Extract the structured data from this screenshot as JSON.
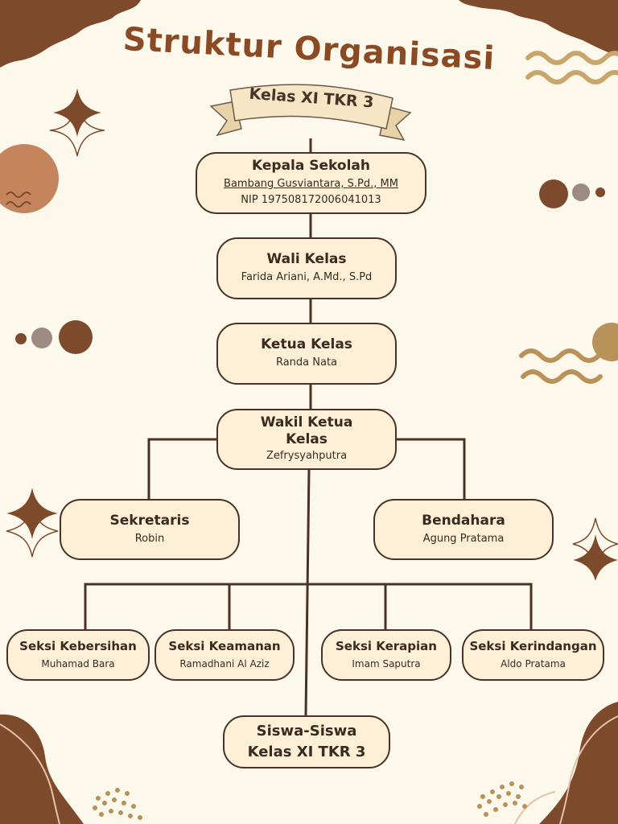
{
  "header": {
    "title": "Struktur Organisasi",
    "subtitle": "Kelas XI TKR 3"
  },
  "org": {
    "kepala_sekolah": {
      "role": "Kepala Sekolah",
      "name": "Bambang Gusviantara, S.Pd., MM",
      "nip": "NIP 197508172006041013"
    },
    "wali_kelas": {
      "role": "Wali Kelas",
      "name": "Farida Ariani, A.Md., S.Pd"
    },
    "ketua_kelas": {
      "role": "Ketua Kelas",
      "name": "Randa Nata"
    },
    "wakil_ketua": {
      "role": "Wakil Ketua Kelas",
      "name": "Zefrysyahputra"
    },
    "sekretaris": {
      "role": "Sekretaris",
      "name": "Robin"
    },
    "bendahara": {
      "role": "Bendahara",
      "name": "Agung Pratama"
    },
    "seksi": [
      {
        "role": "Seksi Kebersihan",
        "name": "Muhamad Bara"
      },
      {
        "role": "Seksi Keamanan",
        "name": "Ramadhani Al Aziz"
      },
      {
        "role": "Seksi Kerapian",
        "name": "Imam Saputra"
      },
      {
        "role": "Seksi Kerindangan",
        "name": "Aldo Pratama"
      }
    ],
    "siswa": {
      "role": "Siswa-Siswa Kelas XI TKR 3"
    }
  },
  "colors": {
    "background": "#fdf8ec",
    "box_fill": "#fdf0d6",
    "line": "#4a3226",
    "brown_dark": "#7d4a2c",
    "brown_light": "#c4855d",
    "gold": "#b89258"
  }
}
